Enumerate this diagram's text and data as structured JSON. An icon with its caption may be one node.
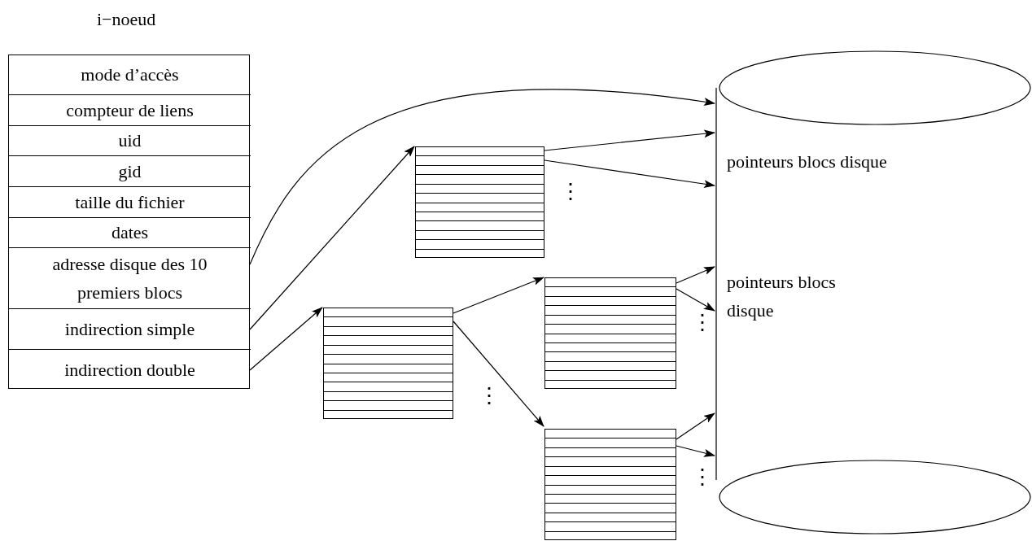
{
  "diagram": {
    "nodes": [
      {
        "text": [
          "i−noeud"
        ]
      },
      {
        "text": [
          "mode d’accès"
        ],
        "in": 0
      },
      {
        "text": [
          "compteur de liens"
        ],
        "in": 0
      },
      {
        "text": [
          "uid"
        ],
        "in": 0
      },
      {
        "text": [
          "gid"
        ],
        "in": 0
      },
      {
        "text": [
          "taille du fichier"
        ],
        "in": 0
      },
      {
        "text": [
          "dates"
        ],
        "in": 0
      },
      {
        "text": [
          "adresse disque des 10 premiers blocs"
        ],
        "in": 0
      },
      {
        "text": [
          "indirection simple"
        ],
        "in": 0
      },
      {
        "text": [
          "indirection double"
        ],
        "in": 0
      },
      {
        "text": [
          "pointeurs blocs disque",
          "pointeurs blocs disque"
        ]
      },
      {
        "text": [],
        "shape": "box"
      },
      {
        "text": [],
        "shape": "box"
      },
      {
        "text": [],
        "shape": "box"
      },
      {
        "text": [],
        "shape": "box"
      }
    ],
    "edges": [
      {
        "from": 7,
        "to": 10,
        "arrow": "to"
      },
      {
        "from": 8,
        "to": 11,
        "arrow": "to"
      },
      {
        "from": 9,
        "to": 12,
        "arrow": "to"
      },
      {
        "from": 11,
        "to": 10,
        "arrow": "to"
      },
      {
        "from": 11,
        "to": 10,
        "arrow": "to"
      },
      {
        "from": 12,
        "to": 13,
        "arrow": "to"
      },
      {
        "from": 12,
        "to": 14,
        "arrow": "to"
      },
      {
        "from": 13,
        "to": 10,
        "arrow": "to"
      },
      {
        "from": 13,
        "to": 10,
        "arrow": "to"
      },
      {
        "from": 14,
        "to": 10,
        "arrow": "to"
      },
      {
        "from": 14,
        "to": 10,
        "arrow": "to"
      }
    ],
    "labels": [
      "⋮",
      "⋮",
      "⋮",
      "⋮"
    ]
  }
}
